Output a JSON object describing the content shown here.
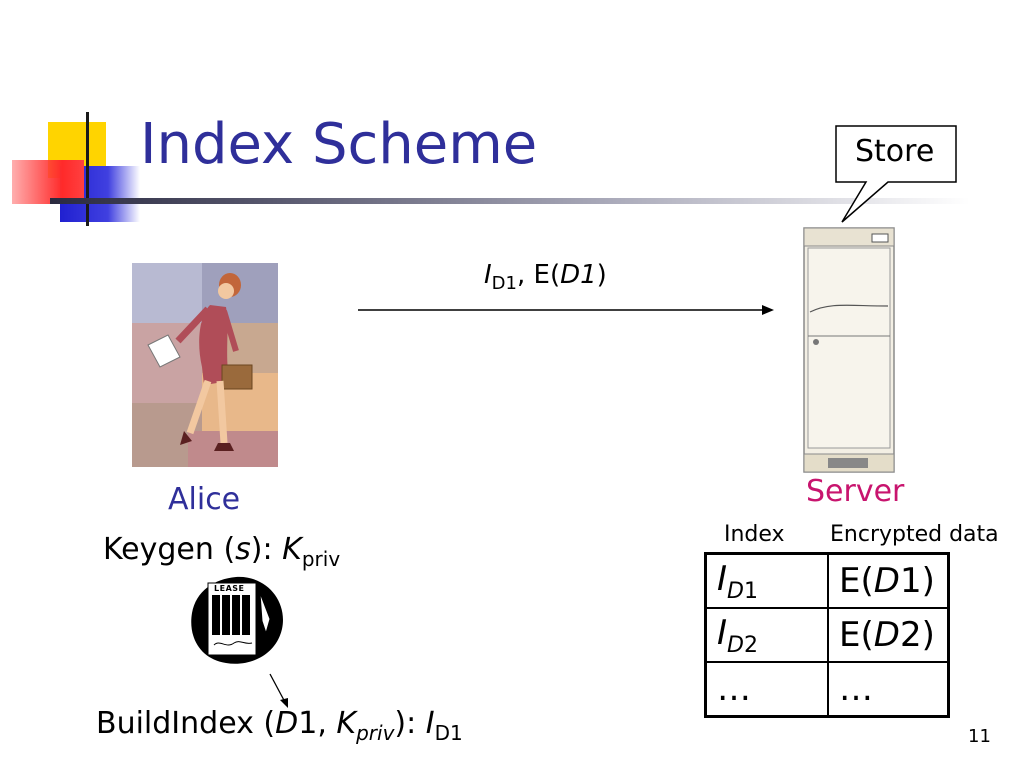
{
  "title": "Index Scheme",
  "callout": {
    "label": "Store"
  },
  "arrow_label": {
    "I": "I",
    "sub": "D1",
    "sep": ", E(",
    "d": "D1",
    "close": ")"
  },
  "alice": {
    "label": "Alice"
  },
  "server": {
    "label": "Server"
  },
  "keygen": {
    "prefix": "Keygen (",
    "s": "s",
    "mid": "): ",
    "K": "K",
    "sub": "priv"
  },
  "build": {
    "prefix": "BuildIndex (",
    "D": "D",
    "one": "1, ",
    "K": "K",
    "sub": "priv",
    "mid": "): ",
    "I": "I",
    "isub": "D1"
  },
  "lease_icon": {
    "label": "LEASE"
  },
  "table": {
    "headers": [
      "Index",
      "Encrypted data"
    ],
    "rows": [
      {
        "i": "I",
        "sub": "D",
        "n": "1",
        "e_open": "E(",
        "e_d": "D",
        "e_n": "1)"
      },
      {
        "i": "I",
        "sub": "D",
        "n": "2",
        "e_open": "E(",
        "e_d": "D",
        "e_n": "2)"
      },
      {
        "c1": "…",
        "c2": "…"
      }
    ]
  },
  "page_number": "11",
  "colors": {
    "title": "#2f2f9a",
    "alice": "#2f2f9a",
    "server": "#c8146e"
  }
}
